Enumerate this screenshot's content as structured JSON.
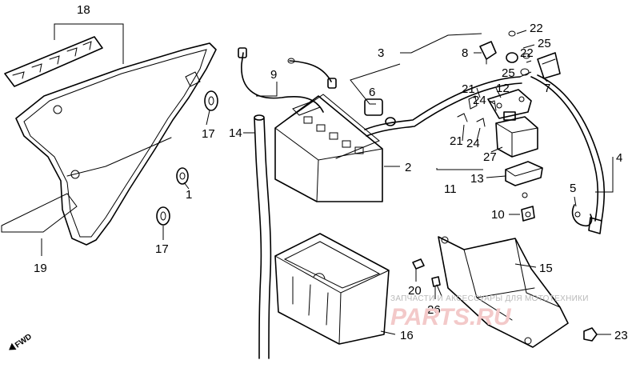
{
  "callouts": [
    {
      "id": "c18",
      "text": "18"
    },
    {
      "id": "c3",
      "text": "3"
    },
    {
      "id": "c8",
      "text": "8"
    },
    {
      "id": "c22a",
      "text": "22"
    },
    {
      "id": "c25a",
      "text": "25"
    },
    {
      "id": "c22b",
      "text": "22"
    },
    {
      "id": "c25b",
      "text": "25"
    },
    {
      "id": "c9",
      "text": "9"
    },
    {
      "id": "c6",
      "text": "6"
    },
    {
      "id": "c21a",
      "text": "21"
    },
    {
      "id": "c12",
      "text": "12"
    },
    {
      "id": "c7",
      "text": "7"
    },
    {
      "id": "c24a",
      "text": "24"
    },
    {
      "id": "c17a",
      "text": "17"
    },
    {
      "id": "c14",
      "text": "14"
    },
    {
      "id": "c21b",
      "text": "21"
    },
    {
      "id": "c24b",
      "text": "24"
    },
    {
      "id": "c4",
      "text": "4"
    },
    {
      "id": "c27",
      "text": "27"
    },
    {
      "id": "c2",
      "text": "2"
    },
    {
      "id": "c13",
      "text": "13"
    },
    {
      "id": "c11",
      "text": "11"
    },
    {
      "id": "c1",
      "text": "1"
    },
    {
      "id": "c5",
      "text": "5"
    },
    {
      "id": "c10",
      "text": "10"
    },
    {
      "id": "c17b",
      "text": "17"
    },
    {
      "id": "c19",
      "text": "19"
    },
    {
      "id": "c15",
      "text": "15"
    },
    {
      "id": "c20",
      "text": "20"
    },
    {
      "id": "c26",
      "text": "26"
    },
    {
      "id": "c16",
      "text": "16"
    },
    {
      "id": "c23",
      "text": "23"
    }
  ],
  "direction_label": "FWD",
  "watermark": {
    "caption": "ЗАПЧАСТИ И АКСЕССУАРЫ ДЛЯ МОТОТЕХНИКИ",
    "site": "PARTS.RU"
  },
  "colors": {
    "line": "#000000",
    "watermark_text": "#b9b9b9",
    "watermark_logo": "#f3c9c9"
  }
}
